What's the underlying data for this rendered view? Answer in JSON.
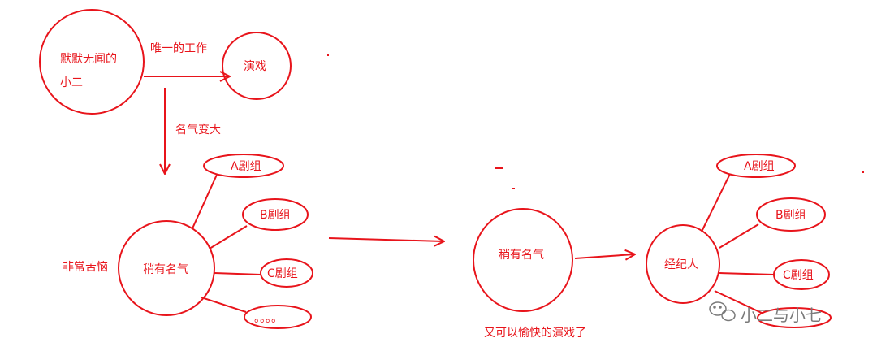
{
  "colors": {
    "ink": "#e8141b",
    "watermark": "#7a7a7a"
  },
  "nodes": {
    "nobody": {
      "line1": "默默无闻的",
      "line2": "小二"
    },
    "acting": {
      "label": "演戏"
    },
    "famous_left": {
      "label": "稍有名气"
    },
    "crew_a_left": {
      "label": "A剧组"
    },
    "crew_b_left": {
      "label": "B剧组"
    },
    "crew_c_left": {
      "label": "C剧组"
    },
    "crew_more_left": {
      "label": "。。。。"
    },
    "famous_right": {
      "label": "稍有名气"
    },
    "agent": {
      "label": "经纪人"
    },
    "crew_a_right": {
      "label": "A剧组"
    },
    "crew_b_right": {
      "label": "B剧组"
    },
    "crew_c_right": {
      "label": "C剧组"
    }
  },
  "edge_labels": {
    "only_job": "唯一的工作",
    "more_famous": "名气变大"
  },
  "notes": {
    "distressed": "非常苦恼",
    "happy_again": "又可以愉快的演戏了"
  },
  "watermark": {
    "text": "小二与小七",
    "icon": "wechat-icon"
  }
}
